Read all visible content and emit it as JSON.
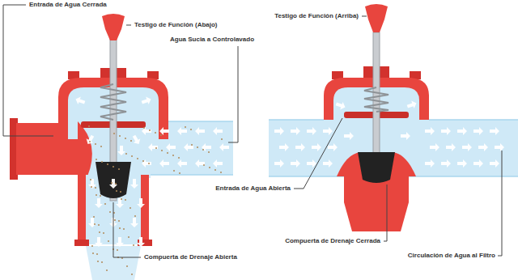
{
  "diagram": {
    "labels": [
      "Entrada de Agua Cerrada",
      "Testigo de Función (Abajo)",
      "Agua Sucia a Controlavado",
      "Compuerta de Drenaje Abierta",
      "Testigo de Función (Arriba)",
      "Entrada de Agua Abierta",
      "Compuerta de Drenaje Cerrada",
      "Circulación de Agua al Filtro"
    ]
  }
}
